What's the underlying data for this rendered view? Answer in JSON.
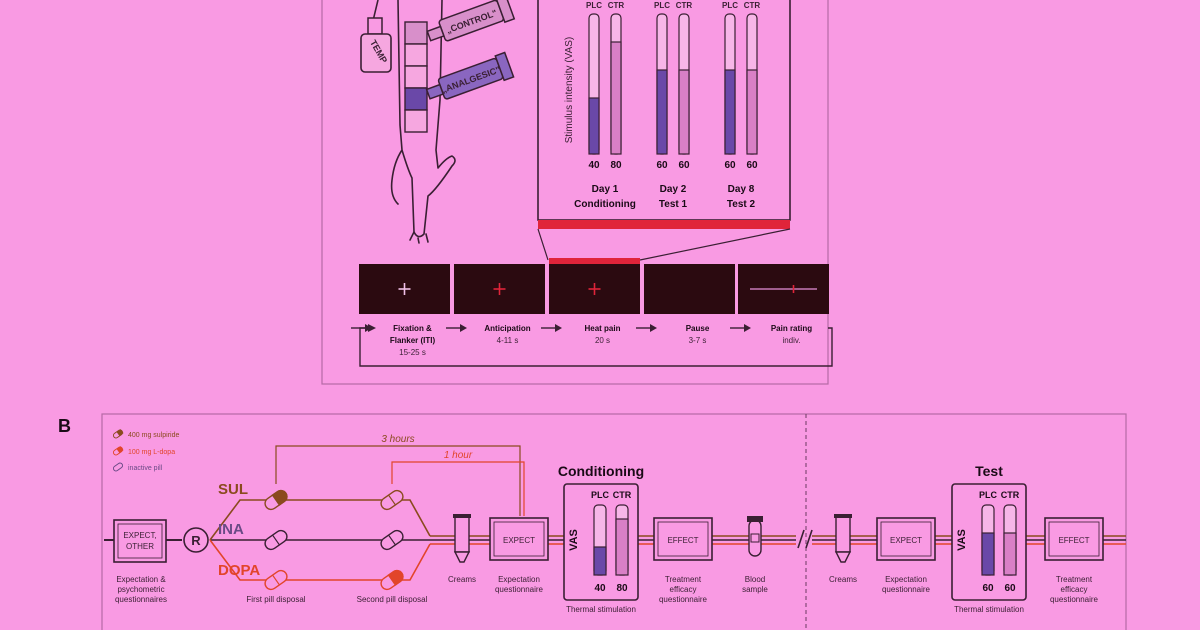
{
  "colors": {
    "background": "#f99ae3",
    "line_dark": "#4a2a40",
    "plc_fill": "#6a48a8",
    "ctr_fill": "#d97fc6",
    "sul": "#8a4a1e",
    "ina": "#6a4a86",
    "dopa": "#e2452a",
    "red_bar": "#e0243a",
    "screen": "#2b0a10"
  },
  "panelA": {
    "labels": {
      "control": "„CONTROL\"",
      "analgesic": "„ANALGESIC\"",
      "temp": "TEMP"
    },
    "chart": {
      "ylabel": "Stimulus intensity (VAS)",
      "groups": [
        {
          "day": "Day 1",
          "phase": "Conditioning",
          "plc": 40,
          "ctr": 80
        },
        {
          "day": "Day 2",
          "phase": "Test 1",
          "plc": 60,
          "ctr": 60
        },
        {
          "day": "Day 8",
          "phase": "Test 2",
          "plc": 60,
          "ctr": 60
        }
      ],
      "plc_label": "PLC",
      "ctr_label": "CTR"
    },
    "timeline": [
      {
        "title1": "Fixation &",
        "title2": "Flanker (ITI)",
        "dur": "15-25 s",
        "symbol": "+",
        "color": "#f0c0e8"
      },
      {
        "title1": "Anticipation",
        "title2": "",
        "dur": "4-11 s",
        "symbol": "+",
        "color": "#e0243a"
      },
      {
        "title1": "Heat pain",
        "title2": "",
        "dur": "20 s",
        "symbol": "+",
        "color": "#e0243a"
      },
      {
        "title1": "Pause",
        "title2": "",
        "dur": "3-7 s",
        "symbol": "",
        "color": "#e0243a"
      },
      {
        "title1": "Pain rating",
        "title2": "",
        "dur": "indiv.",
        "symbol": "scale",
        "color": "#e0243a"
      }
    ]
  },
  "panelB": {
    "label": "B",
    "legend": [
      "400 mg sulpiride",
      "100 mg L-dopa",
      "inactive pill"
    ],
    "groups": [
      "SUL",
      "INA",
      "DOPA"
    ],
    "randomize": "R",
    "expect_other": [
      "EXPECT,",
      "OTHER"
    ],
    "expect_other_caption": [
      "Expectation &",
      "psychometric",
      "questionnaires"
    ],
    "first_pill": "First pill disposal",
    "second_pill": "Second pill disposal",
    "three_hours": "3 hours",
    "one_hour": "1 hour",
    "creams": "Creams",
    "expect": "EXPECT",
    "expect_caption": [
      "Expectation",
      "questionnaire"
    ],
    "conditioning_title": "Conditioning",
    "test_title": "Test",
    "vas": "VAS",
    "plc_label": "PLC",
    "ctr_label": "CTR",
    "conditioning_values": {
      "plc": 40,
      "ctr": 80
    },
    "test_values": {
      "plc": 60,
      "ctr": 60
    },
    "thermal": "Thermal stimulation",
    "effect": "EFFECT",
    "effect_caption": [
      "Treatment",
      "efficacy",
      "questionnaire"
    ],
    "blood": [
      "Blood",
      "sample"
    ]
  }
}
